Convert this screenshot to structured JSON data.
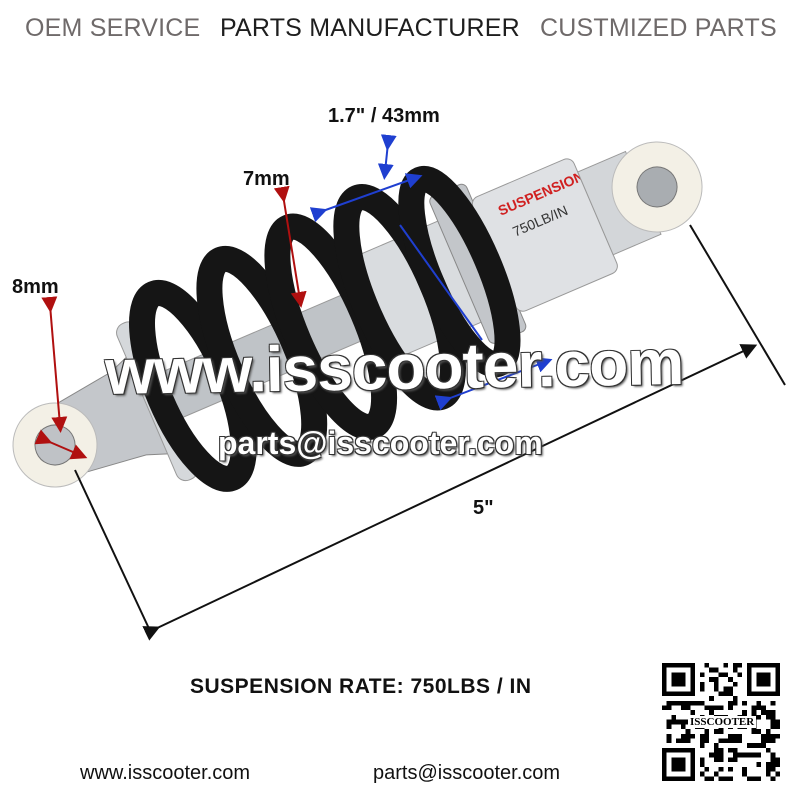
{
  "header": {
    "oem": "OEM SERVICE",
    "manufacturer": "PARTS MANUFACTURER",
    "customized": "CUSTMIZED PARTS"
  },
  "dimensions": {
    "eye_diameter": "8mm",
    "spring_wire": "7mm",
    "spring_pitch": "1.7\" / 43mm",
    "length": "5\""
  },
  "product": {
    "body_label": "750LB/IN",
    "brand_label": "SUSPENSION"
  },
  "watermark": {
    "website": "www.isscooter.com",
    "email": "parts@isscooter.com"
  },
  "rate": "SUSPENSION RATE: 750LBS / IN",
  "footer": {
    "website": "www.isscooter.com",
    "email": "parts@isscooter.com"
  },
  "qr": {
    "label": "ISSCOOTER"
  },
  "colors": {
    "spring": "#151515",
    "metal": "#c9ccd0",
    "bushing": "#f3f0e6",
    "red_arrow": "#b01010",
    "blue_arrow": "#1f3fd0"
  }
}
